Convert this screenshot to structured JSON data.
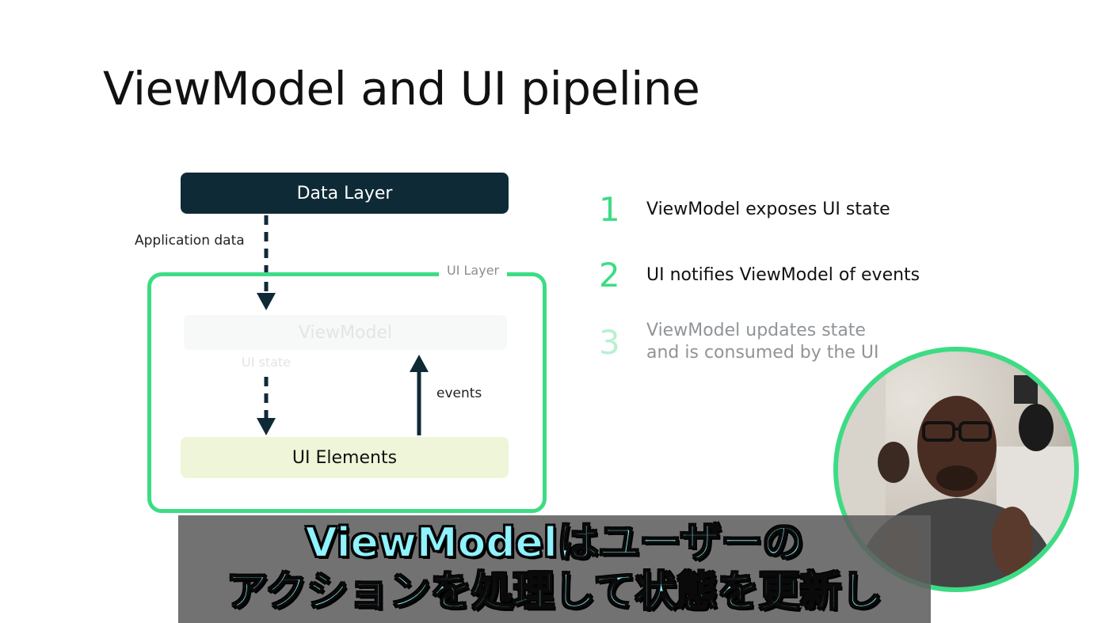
{
  "slide": {
    "title": "ViewModel and UI pipeline",
    "diagram": {
      "data_layer": "Data Layer",
      "application_data": "Application data",
      "ui_layer": "UI Layer",
      "viewmodel": "ViewModel",
      "ui_state": "UI state",
      "events": "events",
      "ui_elements": "UI Elements"
    },
    "steps": [
      {
        "number": "1",
        "text": "ViewModel exposes UI state"
      },
      {
        "number": "2",
        "text": "UI notifies ViewModel of events"
      },
      {
        "number": "3",
        "text": "ViewModel updates state\nand is consumed by the UI"
      }
    ]
  },
  "subtitle": {
    "line1": "ViewModelはユーザーの",
    "line2": "アクションを処理して状態を更新し"
  },
  "colors": {
    "accent_green": "#3ddc84",
    "data_layer_bg": "#0e2a36",
    "ui_elements_bg": "#eef5d8",
    "caption_text": "#8ff3ff"
  }
}
